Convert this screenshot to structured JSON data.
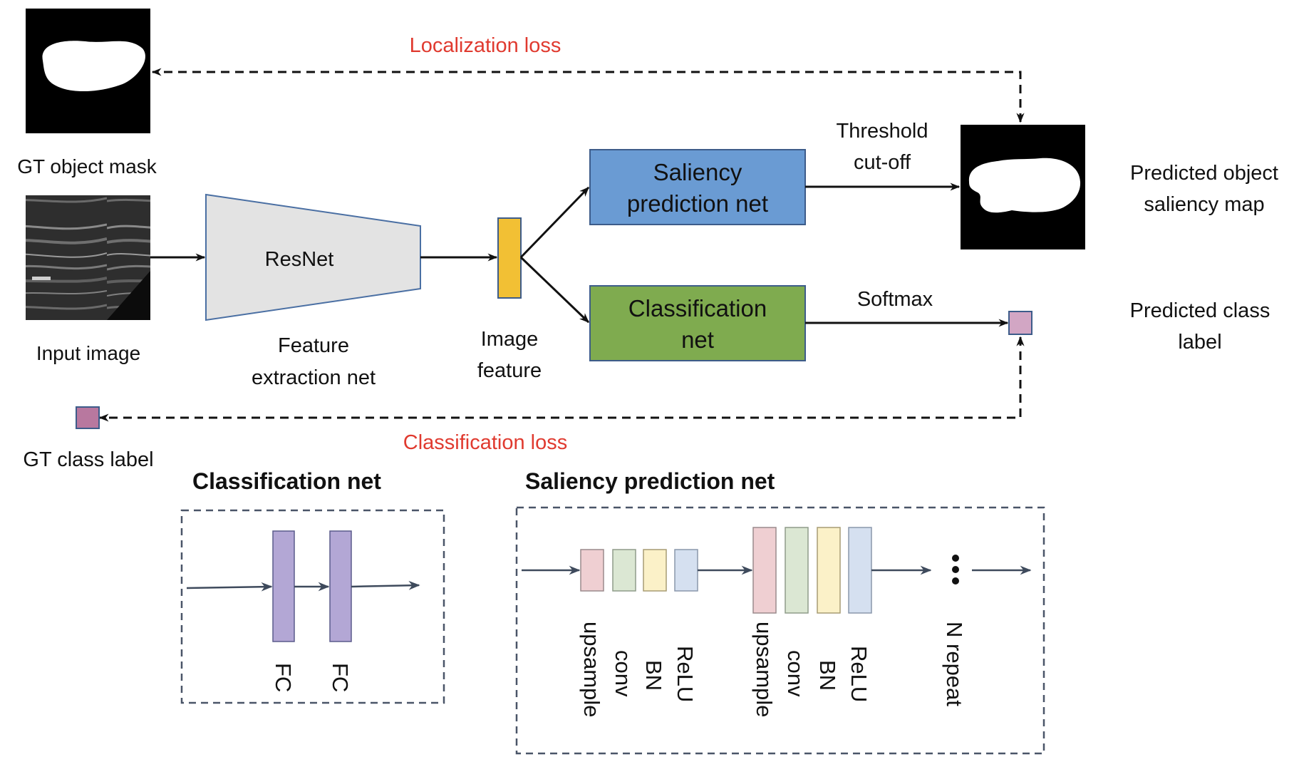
{
  "colors": {
    "loss_text": "#e03a2f",
    "saliency_box": "#6a9bd3",
    "classification_box": "#7fab4f",
    "image_feature_bar": "#f2c034",
    "resnet_fill": "#e3e3e3",
    "class_label_predicted": "#d2a6c4",
    "class_label_gt": "#b8789f",
    "fc_block": "#b3a7d5",
    "upsample_block": "#efcfd2",
    "conv_block": "#dbe7d3",
    "bn_block": "#fbf1c8",
    "relu_block": "#d5e0f0"
  },
  "top": {
    "gt_object_mask_label": "GT object mask",
    "input_image_label": "Input image",
    "resnet_label": "ResNet",
    "feature_extraction_label": [
      "Feature",
      "extraction net"
    ],
    "image_feature_label": [
      "Image",
      "feature"
    ],
    "saliency_net_label": [
      "Saliency",
      "prediction net"
    ],
    "classification_net_label": [
      "Classification",
      "net"
    ],
    "threshold_label": [
      "Threshold",
      "cut-off"
    ],
    "softmax_label": "Softmax",
    "predicted_saliency_label": [
      "Predicted object",
      "saliency map"
    ],
    "predicted_class_label": [
      "Predicted class",
      "label"
    ],
    "localization_loss": "Localization loss",
    "classification_loss": "Classification loss",
    "gt_class_label": "GT class label"
  },
  "bottom": {
    "classification_title": "Classification net",
    "saliency_title": "Saliency prediction net",
    "fc_labels": [
      "FC",
      "FC"
    ],
    "layer_labels": [
      "upsample",
      "conv",
      "BN",
      "ReLU"
    ],
    "ellipsis": "⋮",
    "repeat_label": "N repeat"
  }
}
